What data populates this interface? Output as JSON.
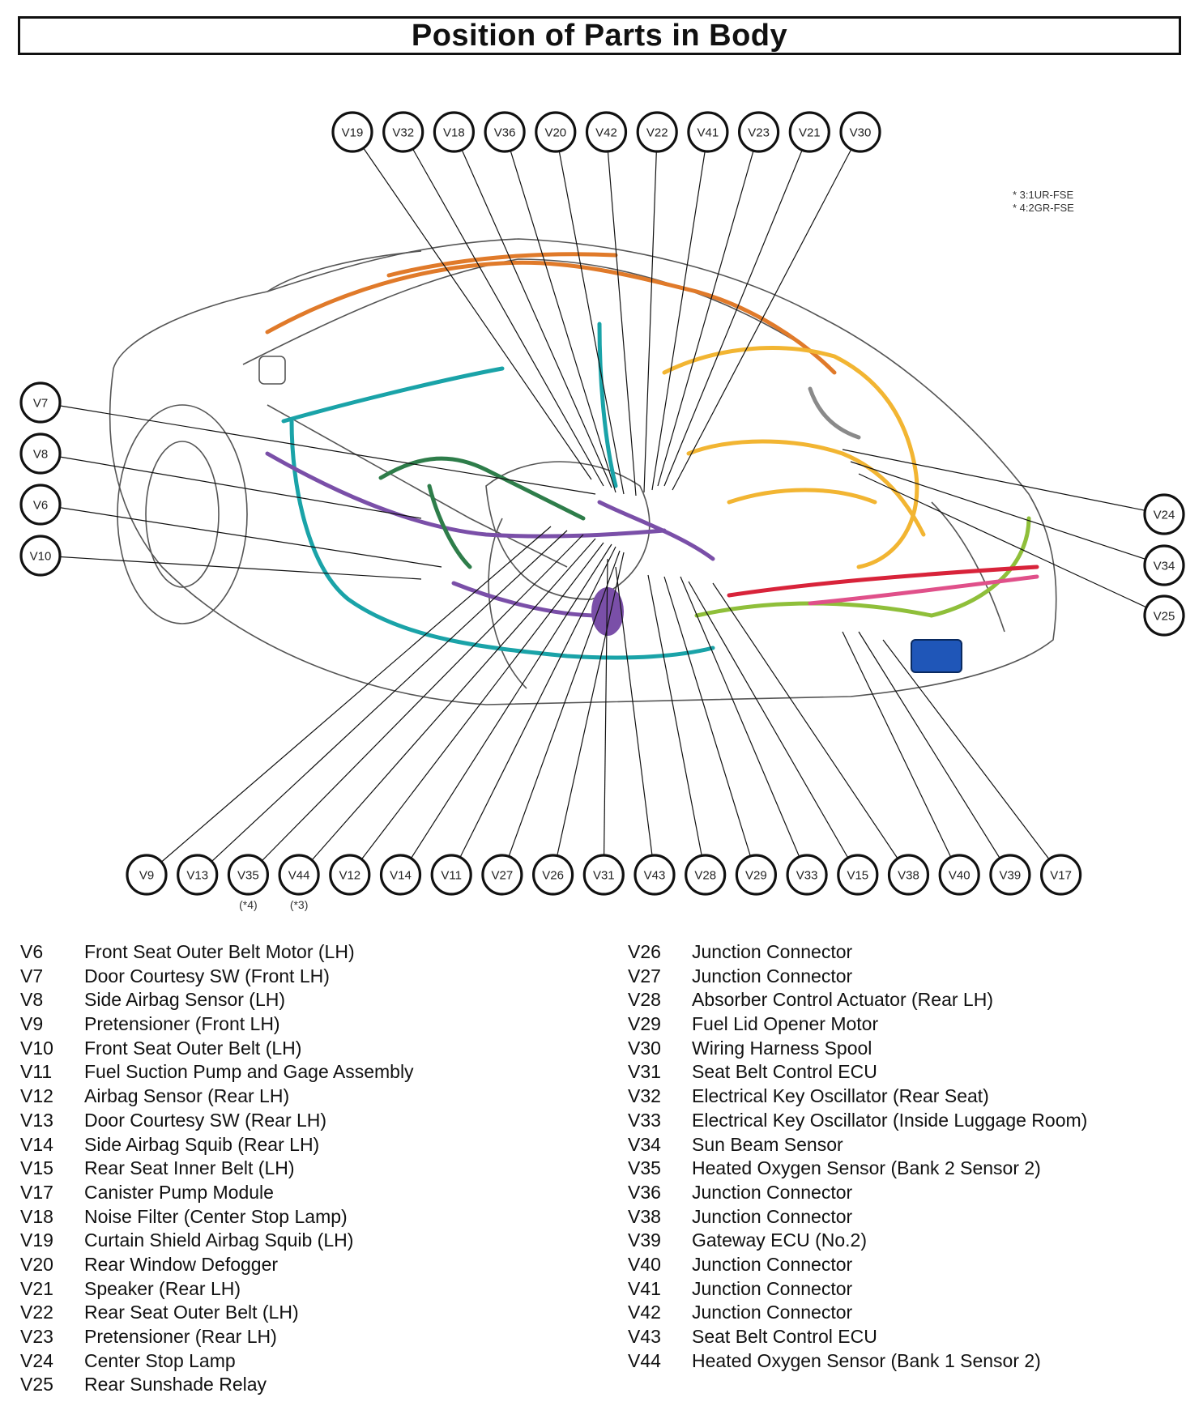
{
  "title": "Position of Parts in Body",
  "notes": [
    "* 3:1UR-FSE",
    "* 4:2GR-FSE"
  ],
  "colors": {
    "line": "#111111",
    "orange": "#e07a2a",
    "teal": "#1aa3a8",
    "purple": "#7a4fa8",
    "yellow": "#f2b532",
    "green": "#2e7d4a",
    "lime": "#8fbf3a",
    "red": "#d8233a",
    "pink": "#e0508a",
    "blue": "#1f56b8",
    "gray": "#8a8a8a"
  },
  "callouts_top": [
    "V19",
    "V32",
    "V18",
    "V36",
    "V20",
    "V42",
    "V22",
    "V41",
    "V23",
    "V21",
    "V30"
  ],
  "callouts_left": [
    "V7",
    "V8",
    "V6",
    "V10"
  ],
  "callouts_right": [
    "V24",
    "V34",
    "V25"
  ],
  "callouts_bottom": [
    {
      "code": "V9",
      "note": ""
    },
    {
      "code": "V13",
      "note": ""
    },
    {
      "code": "V35",
      "note": "(*4)"
    },
    {
      "code": "V44",
      "note": "(*3)"
    },
    {
      "code": "V12",
      "note": ""
    },
    {
      "code": "V14",
      "note": ""
    },
    {
      "code": "V11",
      "note": ""
    },
    {
      "code": "V27",
      "note": ""
    },
    {
      "code": "V26",
      "note": ""
    },
    {
      "code": "V31",
      "note": ""
    },
    {
      "code": "V43",
      "note": ""
    },
    {
      "code": "V28",
      "note": ""
    },
    {
      "code": "V29",
      "note": ""
    },
    {
      "code": "V33",
      "note": ""
    },
    {
      "code": "V15",
      "note": ""
    },
    {
      "code": "V38",
      "note": ""
    },
    {
      "code": "V40",
      "note": ""
    },
    {
      "code": "V39",
      "note": ""
    },
    {
      "code": "V17",
      "note": ""
    }
  ],
  "legend_left": [
    {
      "code": "V6",
      "name": "Front Seat Outer Belt Motor (LH)"
    },
    {
      "code": "V7",
      "name": "Door Courtesy SW (Front LH)"
    },
    {
      "code": "V8",
      "name": "Side Airbag Sensor (LH)"
    },
    {
      "code": "V9",
      "name": "Pretensioner (Front LH)"
    },
    {
      "code": "V10",
      "name": "Front Seat Outer Belt (LH)"
    },
    {
      "code": "V11",
      "name": "Fuel Suction Pump and Gage Assembly"
    },
    {
      "code": "V12",
      "name": "Airbag Sensor (Rear LH)"
    },
    {
      "code": "V13",
      "name": "Door Courtesy SW (Rear LH)"
    },
    {
      "code": "V14",
      "name": "Side Airbag Squib (Rear LH)"
    },
    {
      "code": "V15",
      "name": "Rear Seat Inner Belt (LH)"
    },
    {
      "code": "V17",
      "name": "Canister Pump Module"
    },
    {
      "code": "V18",
      "name": "Noise Filter (Center Stop Lamp)"
    },
    {
      "code": "V19",
      "name": "Curtain Shield Airbag Squib (LH)"
    },
    {
      "code": "V20",
      "name": "Rear Window Defogger"
    },
    {
      "code": "V21",
      "name": "Speaker (Rear LH)"
    },
    {
      "code": "V22",
      "name": "Rear Seat Outer Belt (LH)"
    },
    {
      "code": "V23",
      "name": "Pretensioner (Rear LH)"
    },
    {
      "code": "V24",
      "name": "Center Stop Lamp"
    },
    {
      "code": "V25",
      "name": "Rear Sunshade Relay"
    }
  ],
  "legend_right": [
    {
      "code": "V26",
      "name": "Junction Connector"
    },
    {
      "code": "V27",
      "name": "Junction Connector"
    },
    {
      "code": "V28",
      "name": "Absorber Control Actuator (Rear LH)"
    },
    {
      "code": "V29",
      "name": "Fuel Lid Opener Motor"
    },
    {
      "code": "V30",
      "name": "Wiring Harness Spool"
    },
    {
      "code": "V31",
      "name": "Seat Belt Control ECU"
    },
    {
      "code": "V32",
      "name": "Electrical Key Oscillator (Rear Seat)"
    },
    {
      "code": "V33",
      "name": "Electrical Key Oscillator (Inside Luggage Room)"
    },
    {
      "code": "V34",
      "name": "Sun Beam Sensor"
    },
    {
      "code": "V35",
      "name": "Heated Oxygen Sensor (Bank 2 Sensor 2)"
    },
    {
      "code": "V36",
      "name": "Junction Connector"
    },
    {
      "code": "V38",
      "name": "Junction Connector"
    },
    {
      "code": "V39",
      "name": "Gateway ECU (No.2)"
    },
    {
      "code": "V40",
      "name": "Junction Connector"
    },
    {
      "code": "V41",
      "name": "Junction Connector"
    },
    {
      "code": "V42",
      "name": "Junction Connector"
    },
    {
      "code": "V43",
      "name": "Seat Belt Control ECU"
    },
    {
      "code": "V44",
      "name": "Heated Oxygen Sensor (Bank 1 Sensor 2)"
    }
  ]
}
